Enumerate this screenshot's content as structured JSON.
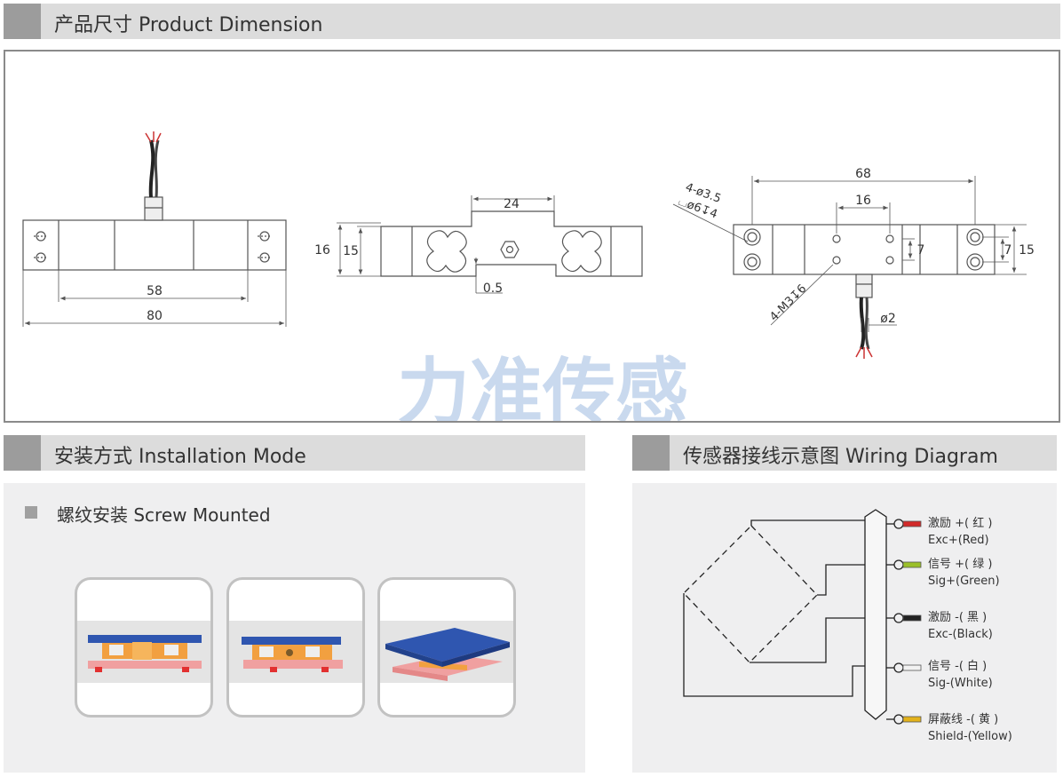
{
  "headers": {
    "dimension": "产品尺寸 Product Dimension",
    "installation": "安装方式 Installation Mode",
    "wiring": "传感器接线示意图  Wiring Diagram"
  },
  "watermark": "力准传感",
  "dimensions": {
    "front": {
      "mounting_span": "58",
      "overall_length": "80"
    },
    "side": {
      "center_width": "24",
      "height_outer": "16",
      "height_inner": "15",
      "gap": "0.5"
    },
    "top": {
      "overall_length": "68",
      "hole_spacing": "16",
      "hole_spec_1": "4-ø3.5",
      "hole_spec_2": "⌴ø6↧4",
      "thread_spec": "4-M3↧6",
      "inner_height": "7",
      "end_hole_spacing": "7",
      "overall_width": "15",
      "cable_dia": "ø2"
    }
  },
  "installation": {
    "method": "螺纹安装 Screw Mounted"
  },
  "wiring": {
    "wires": [
      {
        "cn": "激励 +( 红 )",
        "en": "Exc+(Red)",
        "color": "#d22a2a"
      },
      {
        "cn": "信号 +( 绿 )",
        "en": "Sig+(Green)",
        "color": "#9bc02a"
      },
      {
        "cn": "激励 -( 黑 )",
        "en": "Exc-(Black)",
        "color": "#222222"
      },
      {
        "cn": "信号 -( 白 )",
        "en": "Sig-(White)",
        "color": "#f2f2f2"
      },
      {
        "cn": "屏蔽线 -( 黄 )",
        "en": "Shield-(Yellow)",
        "color": "#e3b21b"
      }
    ]
  },
  "colors": {
    "header_bg": "#dcdcdc",
    "header_tab": "#9c9c9c",
    "plate_top": "#2f56b0",
    "plate_bottom": "#f0a0a0",
    "sensor_body": "#f2a040",
    "watermark": "#c9d9ee"
  }
}
